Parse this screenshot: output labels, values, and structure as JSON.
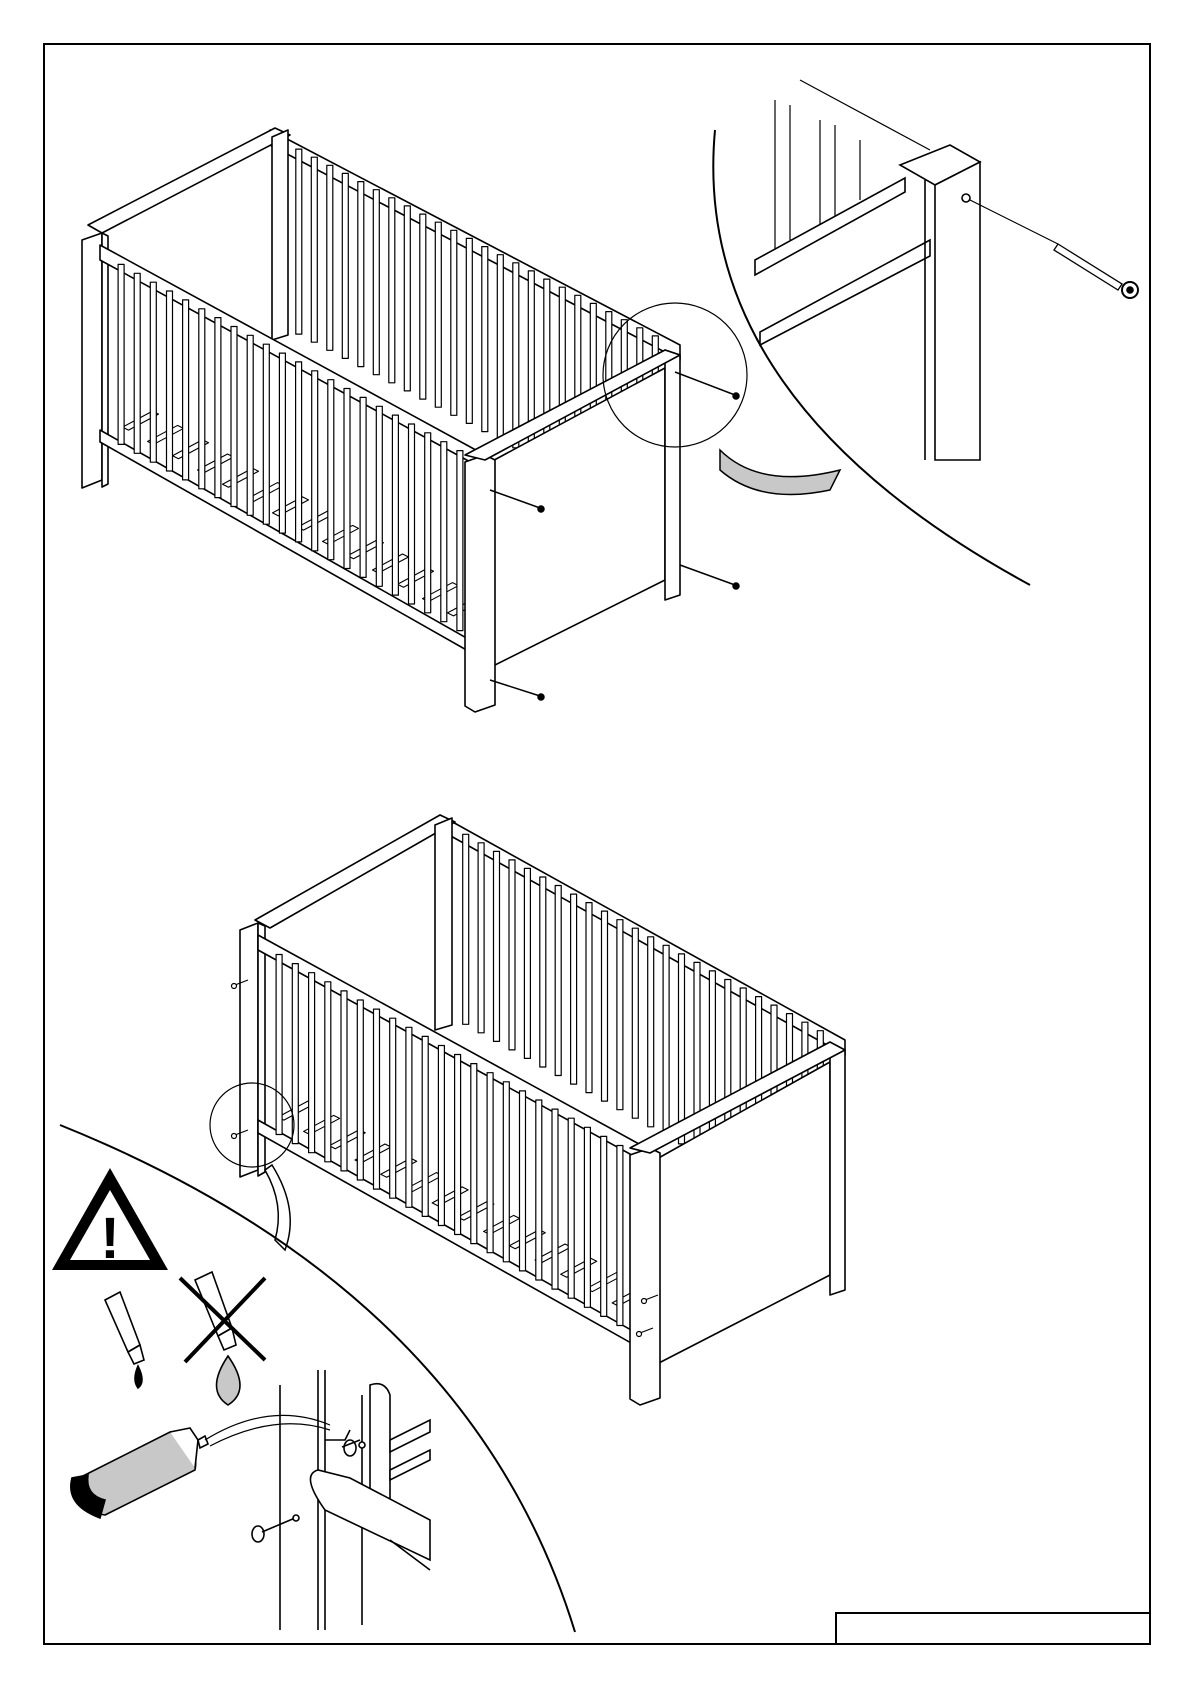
{
  "page": {
    "background": "#ffffff",
    "ink": "#000000",
    "gray_fill": "#c8c8c8",
    "warning_symbol": "!",
    "footer_box_text": ""
  },
  "step_top": {
    "illustration": "crib-assembly-side-panel-bolts",
    "detail": "bolt-insertion-closeup"
  },
  "step_bottom": {
    "illustration": "crib-assembled",
    "detail": "dowel-glue-closeup",
    "icons": [
      "warning-triangle-icon",
      "glue-drop-icon",
      "no-liquid-glue-icon",
      "glue-tube-icon"
    ]
  }
}
